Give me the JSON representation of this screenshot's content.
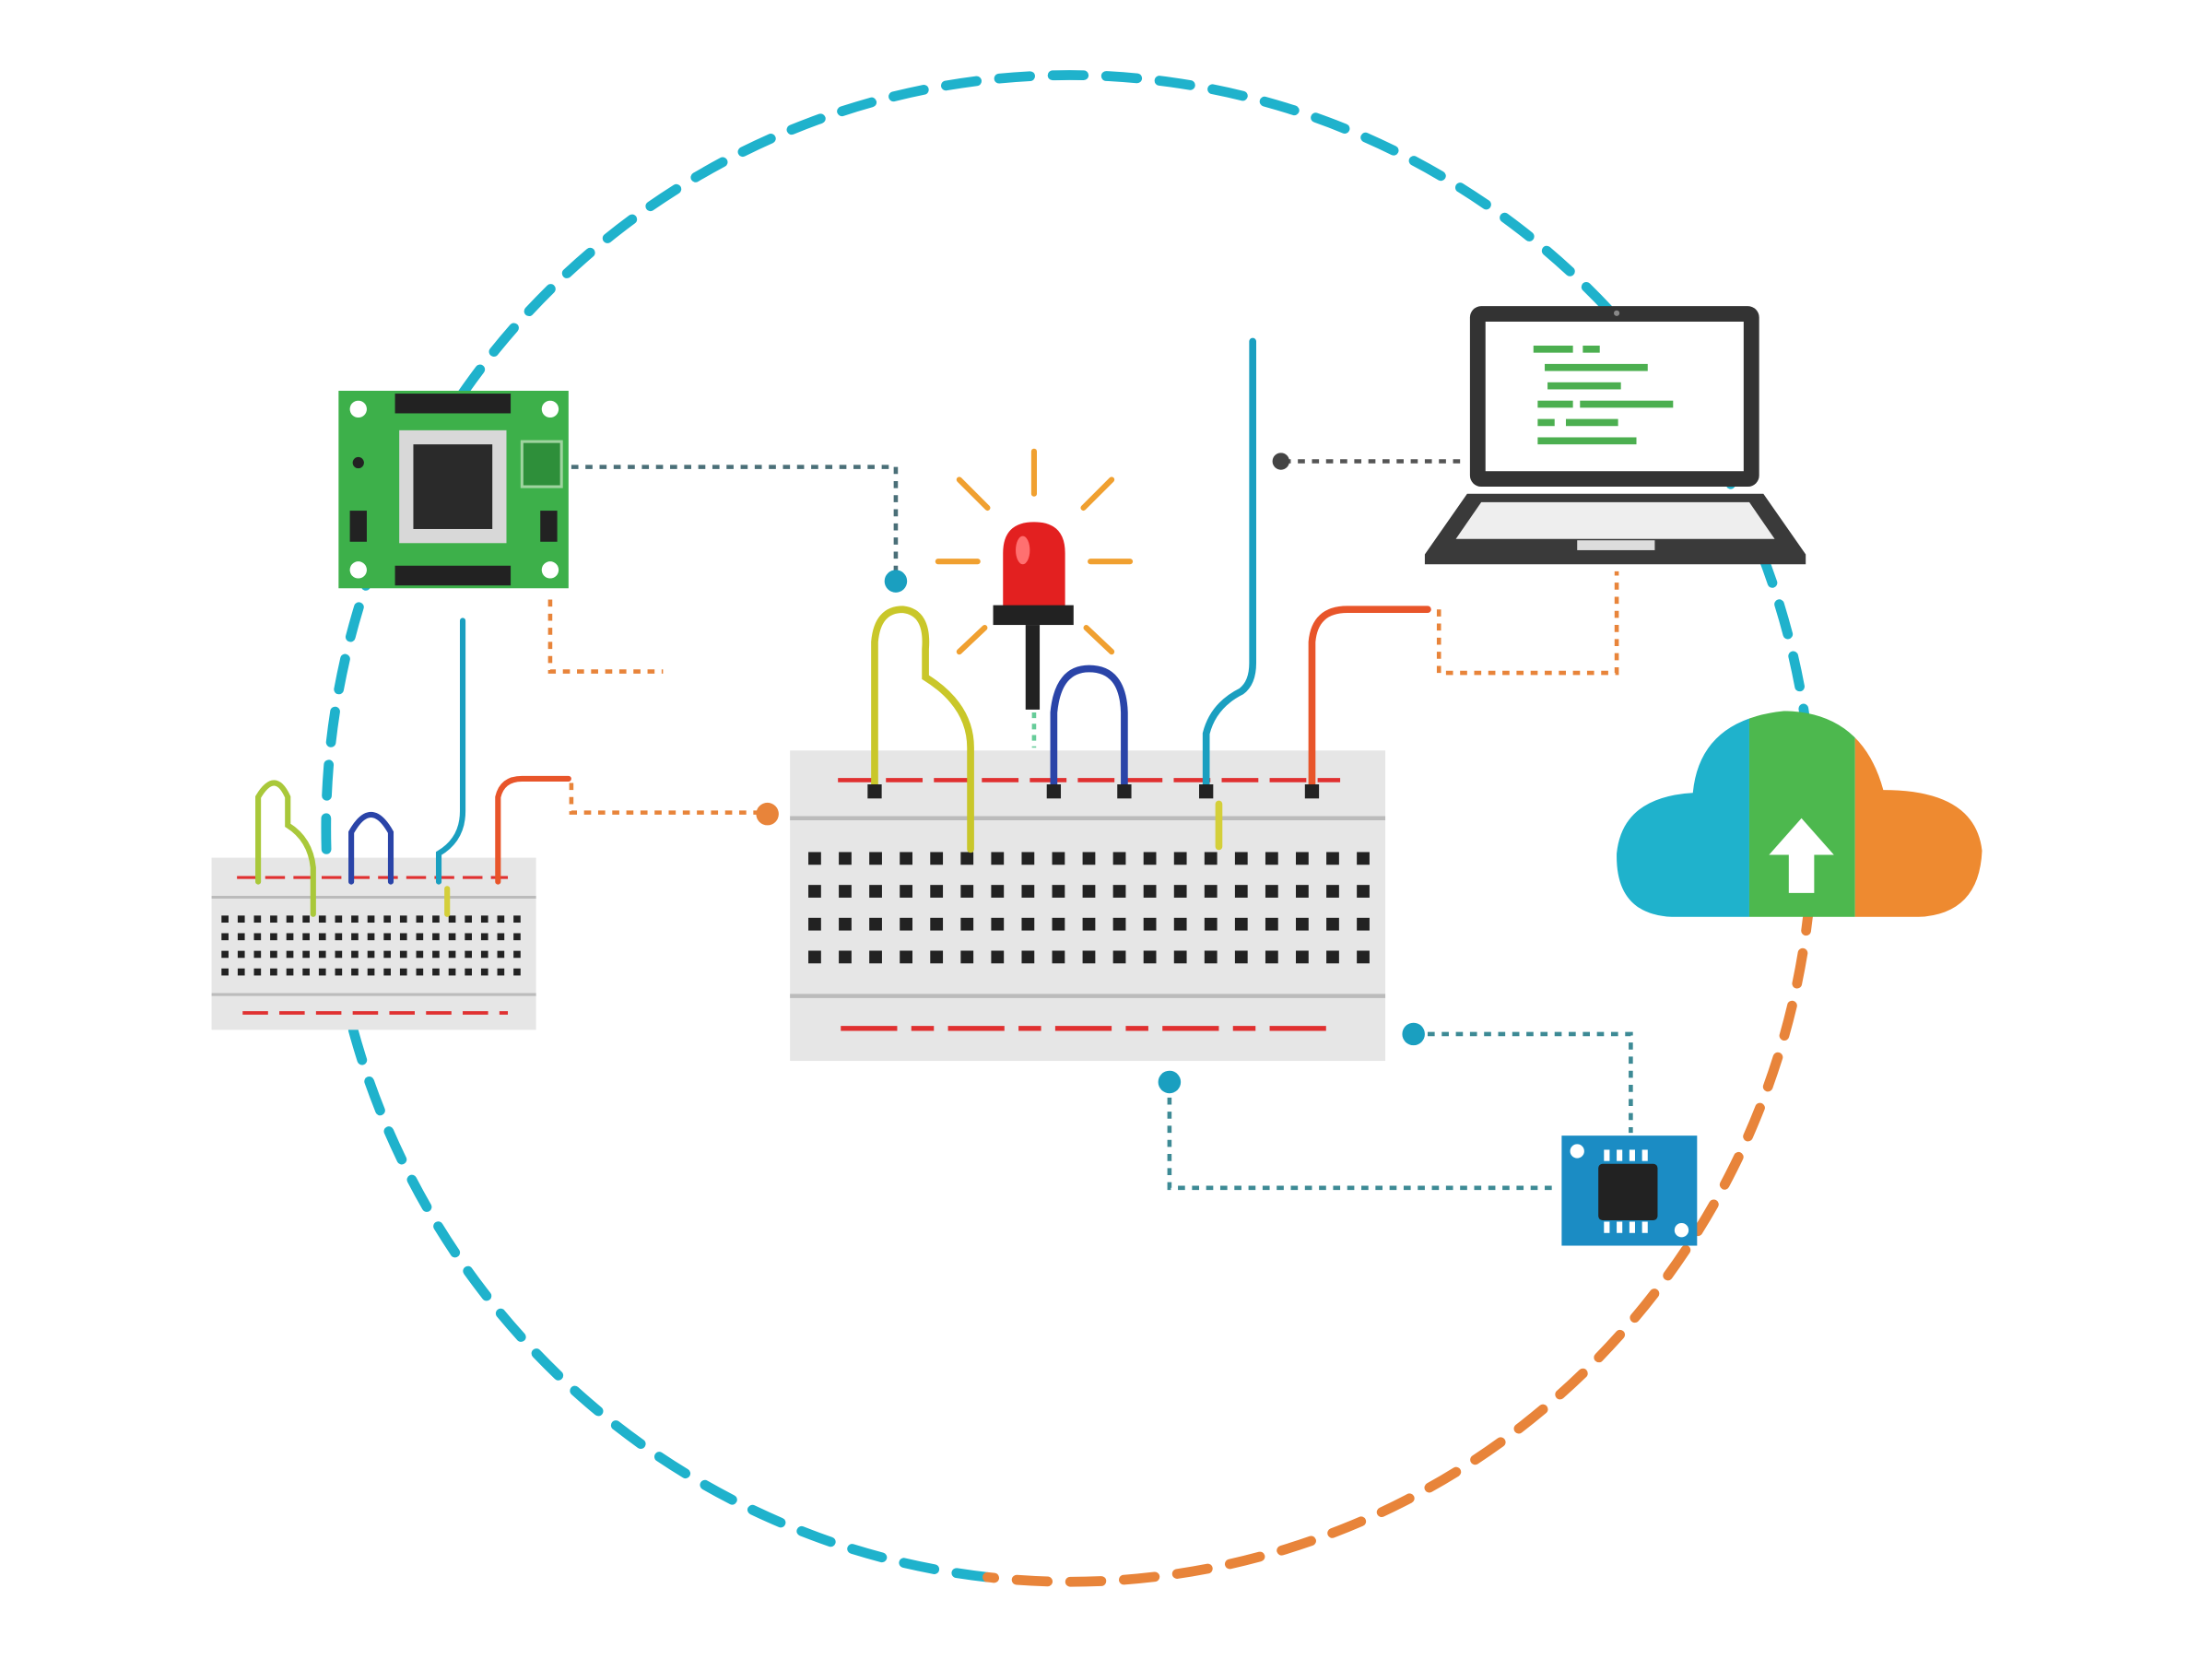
{
  "diagram": {
    "nodes": [
      {
        "id": "microcontroller-board",
        "icon": "pcb-board-icon"
      },
      {
        "id": "small-breadboard",
        "icon": "breadboard-icon"
      },
      {
        "id": "main-breadboard",
        "icon": "breadboard-icon"
      },
      {
        "id": "led",
        "icon": "led-light-icon",
        "state": "lit"
      },
      {
        "id": "laptop",
        "icon": "laptop-code-icon"
      },
      {
        "id": "cloud-upload",
        "icon": "cloud-upload-icon"
      },
      {
        "id": "sensor-chip",
        "icon": "chip-icon"
      }
    ],
    "loop": {
      "style": "dashed",
      "colors": [
        "#1fb2cc",
        "#e8843a"
      ]
    }
  },
  "colors": {
    "teal": "#1fb2cc",
    "orange": "#e8843a",
    "green_pcb": "#3db04a",
    "red_led": "#e32020",
    "wire_yellow": "#c9c72a",
    "wire_blue": "#2a44a8",
    "wire_teal": "#1a9fc0",
    "wire_orange": "#e8552a",
    "breadboard": "#e6e6e6",
    "chip_blue": "#1b8cc4",
    "laptop_dark": "#3a3a3a",
    "code_green": "#4caf50"
  }
}
